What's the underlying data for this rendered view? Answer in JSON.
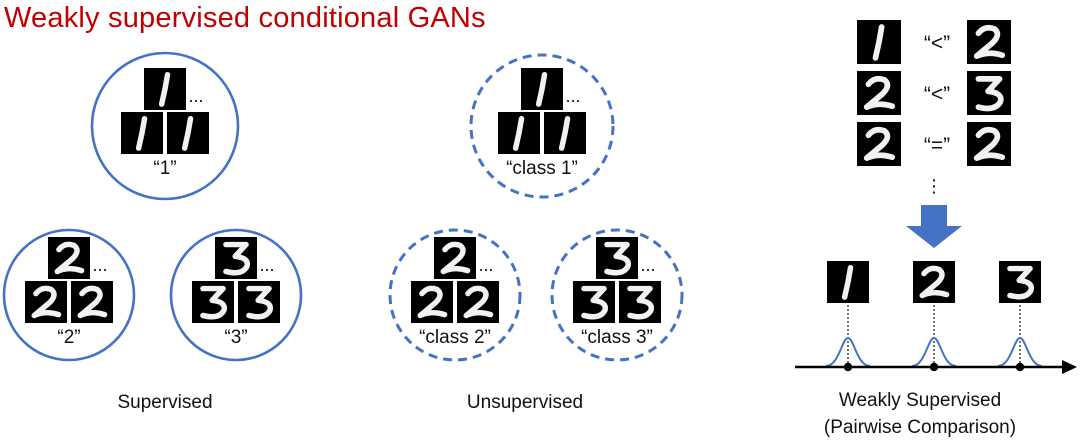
{
  "title": "Weakly supervised conditional GANs",
  "panels": {
    "supervised": {
      "caption": "Supervised",
      "ellipsis": "...",
      "clusters": [
        {
          "digit": "1",
          "label": "“1”"
        },
        {
          "digit": "2",
          "label": "“2”"
        },
        {
          "digit": "3",
          "label": "“3”"
        }
      ]
    },
    "unsupervised": {
      "caption": "Unsupervised",
      "ellipsis": "...",
      "clusters": [
        {
          "digit": "1",
          "label": "“class 1”"
        },
        {
          "digit": "2",
          "label": "“class 2”"
        },
        {
          "digit": "3",
          "label": "“class 3”"
        }
      ]
    },
    "weakly": {
      "caption_line1": "Weakly Supervised",
      "caption_line2": "(Pairwise Comparison)",
      "comparisons": [
        {
          "left": "1",
          "relation": "“<”",
          "right": "2"
        },
        {
          "left": "2",
          "relation": "“<”",
          "right": "3"
        },
        {
          "left": "2",
          "relation": "“=”",
          "right": "2"
        }
      ],
      "vertical_ellipsis": "⋮",
      "ordered_digits": [
        "1",
        "2",
        "3"
      ]
    }
  },
  "colors": {
    "title": "#c00000",
    "circle": "#4472c4",
    "arrow": "#4472c4",
    "tile": "#000000",
    "digit": "#f2f2f2"
  }
}
